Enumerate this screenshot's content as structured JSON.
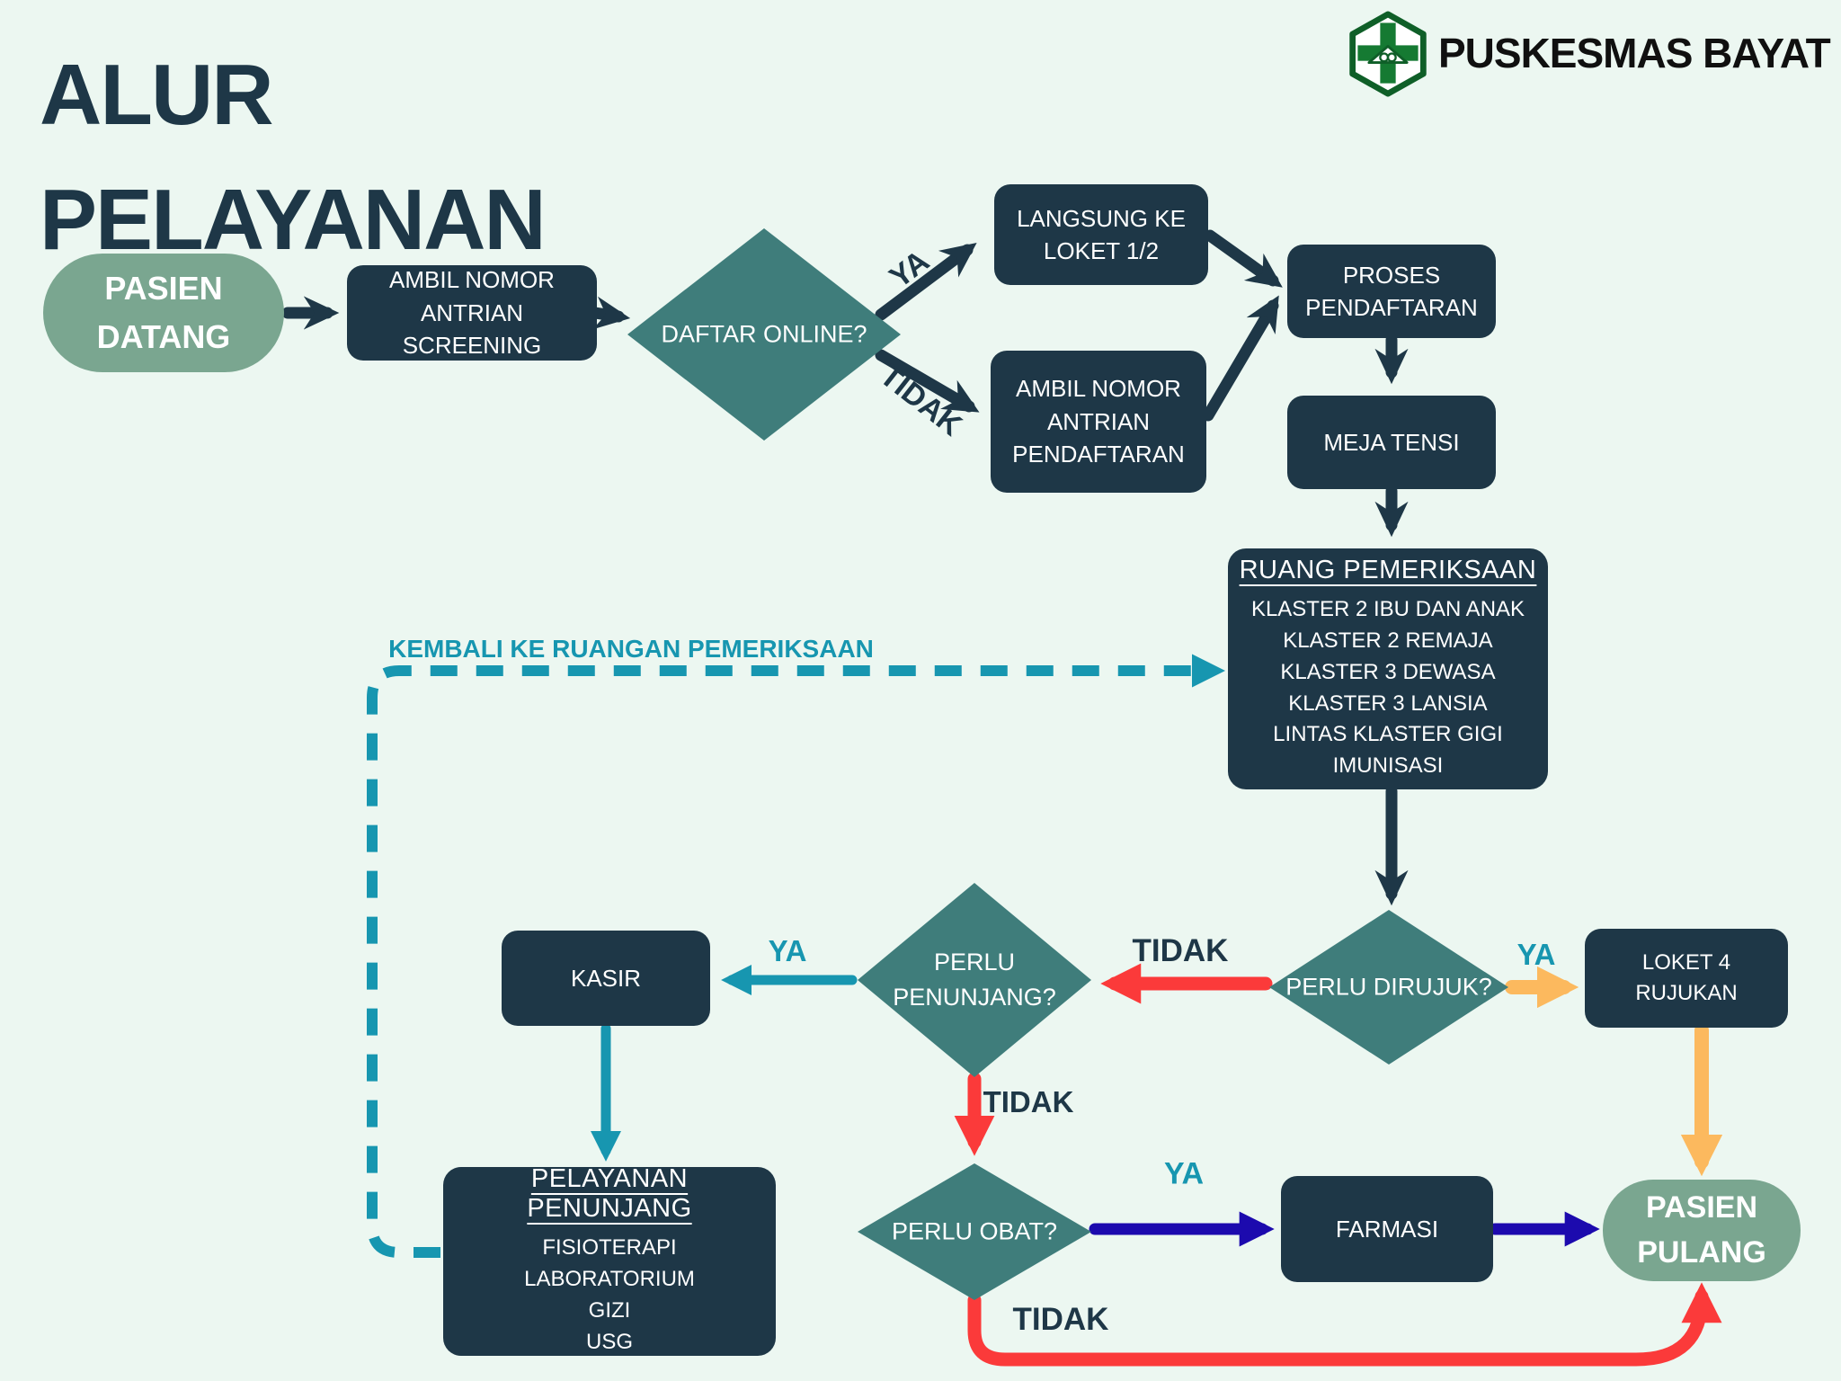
{
  "colors": {
    "bg": "#ecf7f1",
    "navy": "#1e3747",
    "sage": "#7aa690",
    "teal": "#3f7d7b",
    "cyan": "#1796b0",
    "red": "#fb3a3a",
    "orange": "#fcb95e",
    "blue": "#1c0aae",
    "logo_green": "#157a32",
    "logo_green_dark": "#0f5f28",
    "brand_text": "#101010"
  },
  "header": {
    "title_line1": "ALUR",
    "title_line2": "PELAYANAN",
    "brand": "PUSKESMAS BAYAT",
    "logo_icon": "health-cross-hexagon-icon"
  },
  "nodes": {
    "pasien_datang": {
      "label": "PASIEN DATANG",
      "shape": "pill"
    },
    "ambil_screening": {
      "label": "AMBIL NOMOR ANTRIAN SCREENING",
      "shape": "box"
    },
    "daftar_online": {
      "label": "DAFTAR ONLINE?",
      "shape": "diamond"
    },
    "langsung_loket": {
      "label": "LANGSUNG KE LOKET 1/2",
      "shape": "box"
    },
    "ambil_pendaftaran": {
      "label": "AMBIL NOMOR ANTRIAN PENDAFTARAN",
      "shape": "box"
    },
    "proses_pendaftaran": {
      "label": "PROSES PENDAFTARAN",
      "shape": "box"
    },
    "meja_tensi": {
      "label": "MEJA TENSI",
      "shape": "box"
    },
    "ruang_pemeriksaan": {
      "title": "RUANG PEMERIKSAAN",
      "items": [
        "KLASTER 2 IBU DAN ANAK",
        "KLASTER 2 REMAJA",
        "KLASTER 3 DEWASA",
        "KLASTER 3 LANSIA",
        "LINTAS KLASTER GIGI",
        "IMUNISASI"
      ],
      "shape": "box"
    },
    "perlu_dirujuk": {
      "label": "PERLU DIRUJUK?",
      "shape": "diamond"
    },
    "loket_rujukan": {
      "label": "LOKET 4 RUJUKAN",
      "shape": "box"
    },
    "perlu_penunjang": {
      "label": "PERLU PENUNJANG?",
      "shape": "diamond"
    },
    "kasir": {
      "label": "KASIR",
      "shape": "box"
    },
    "pelayanan_penunjang": {
      "title": "PELAYANAN PENUNJANG",
      "items": [
        "FISIOTERAPI",
        "LABORATORIUM",
        "GIZI",
        "USG"
      ],
      "shape": "box"
    },
    "perlu_obat": {
      "label": "PERLU OBAT?",
      "shape": "diamond"
    },
    "farmasi": {
      "label": "FARMASI",
      "shape": "box"
    },
    "pasien_pulang": {
      "label": "PASIEN PULANG",
      "shape": "pill"
    }
  },
  "edge_labels": {
    "daftar_ya": "YA",
    "daftar_tidak": "TIDAK",
    "dirujuk_ya": "YA",
    "dirujuk_tidak": "TIDAK",
    "penunjang_ya": "YA",
    "penunjang_tidak": "TIDAK",
    "obat_ya": "YA",
    "obat_tidak": "TIDAK",
    "kembali": "KEMBALI KE RUANGAN PEMERIKSAAN"
  }
}
